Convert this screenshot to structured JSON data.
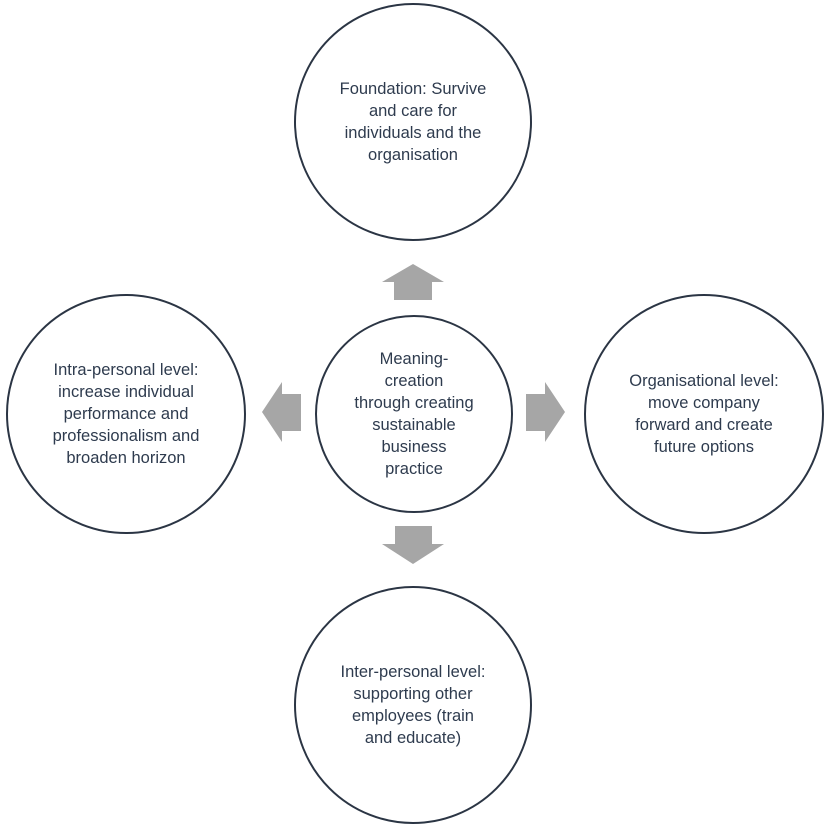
{
  "diagram": {
    "center": {
      "label": "Meaning-\ncreation\nthrough creating\nsustainable\nbusiness\npractice"
    },
    "top": {
      "label": "Foundation: Survive\nand care for\nindividuals and the\norganisation"
    },
    "left": {
      "label": "Intra-personal level:\nincrease individual\nperformance and\nprofessionalism  and\nbroaden horizon"
    },
    "right": {
      "label": "Organisational level:\nmove company\nforward and create\nfuture options"
    },
    "bottom": {
      "label": "Inter-personal level:\nsupporting other\nemployees (train\nand educate)"
    },
    "colors": {
      "arrow": "#a6a6a6",
      "circle_stroke": "#2b3544",
      "text": "#2e3b4e"
    }
  }
}
